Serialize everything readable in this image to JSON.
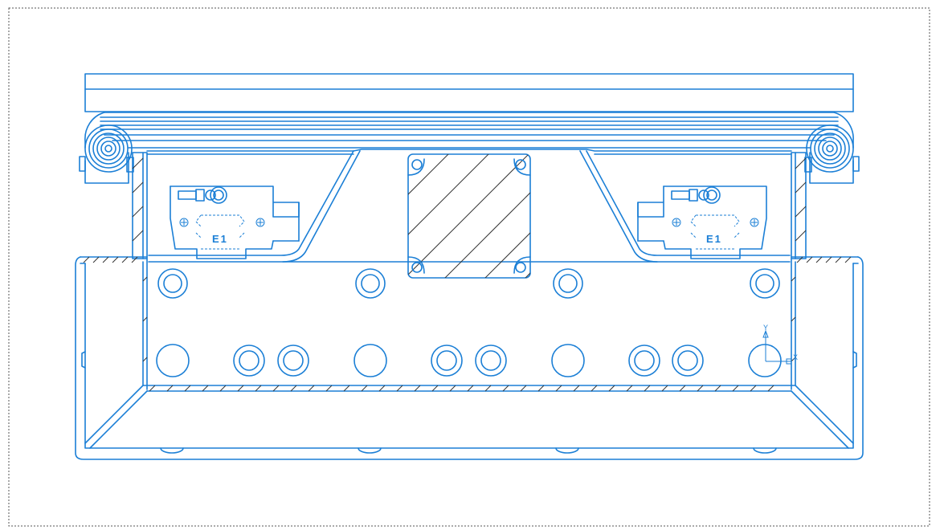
{
  "colors": {
    "line": "#1b7fd6",
    "frame": "#555555",
    "hatch": "#333333",
    "background": "#ffffff"
  },
  "labels": {
    "left_block": "E1",
    "right_block": "E1",
    "axis_y": "Y",
    "axis_x": "X"
  }
}
